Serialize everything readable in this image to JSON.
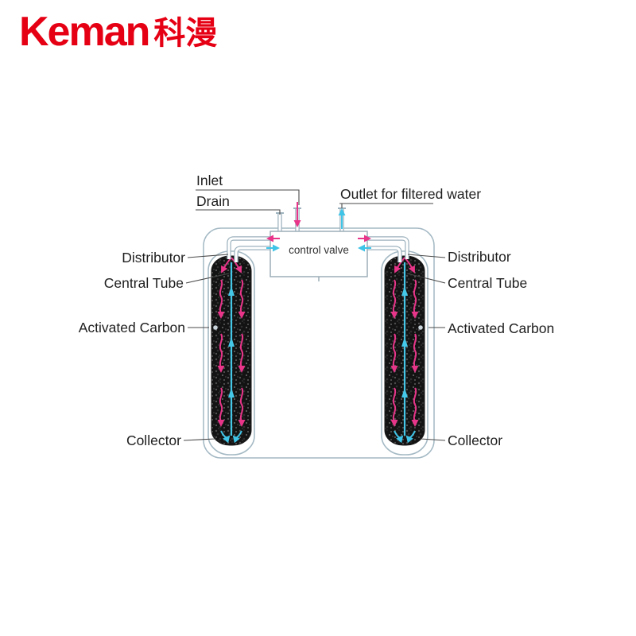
{
  "brand": {
    "latin": "Keman",
    "cjk": "科漫",
    "color": "#e60014"
  },
  "valve": {
    "label": "control valve"
  },
  "ports": {
    "inlet": "Inlet",
    "drain": "Drain",
    "outlet": "Outlet for filtered water"
  },
  "tank_labels": {
    "left": {
      "distributor": "Distributor",
      "central_tube": "Central Tube",
      "activated_carbon": "Activated Carbon",
      "collector": "Collector"
    },
    "right": {
      "distributor": "Distributor",
      "central_tube": "Central Tube",
      "activated_carbon": "Activated Carbon",
      "collector": "Collector"
    }
  },
  "colors": {
    "brand_red": "#e60014",
    "pipe_outline": "#9db2bd",
    "raw_water_flow": "#e8358a",
    "filtered_water_flow": "#3fc3e6",
    "carbon_bed": "#141414",
    "leader_line": "#4a4a4a"
  }
}
